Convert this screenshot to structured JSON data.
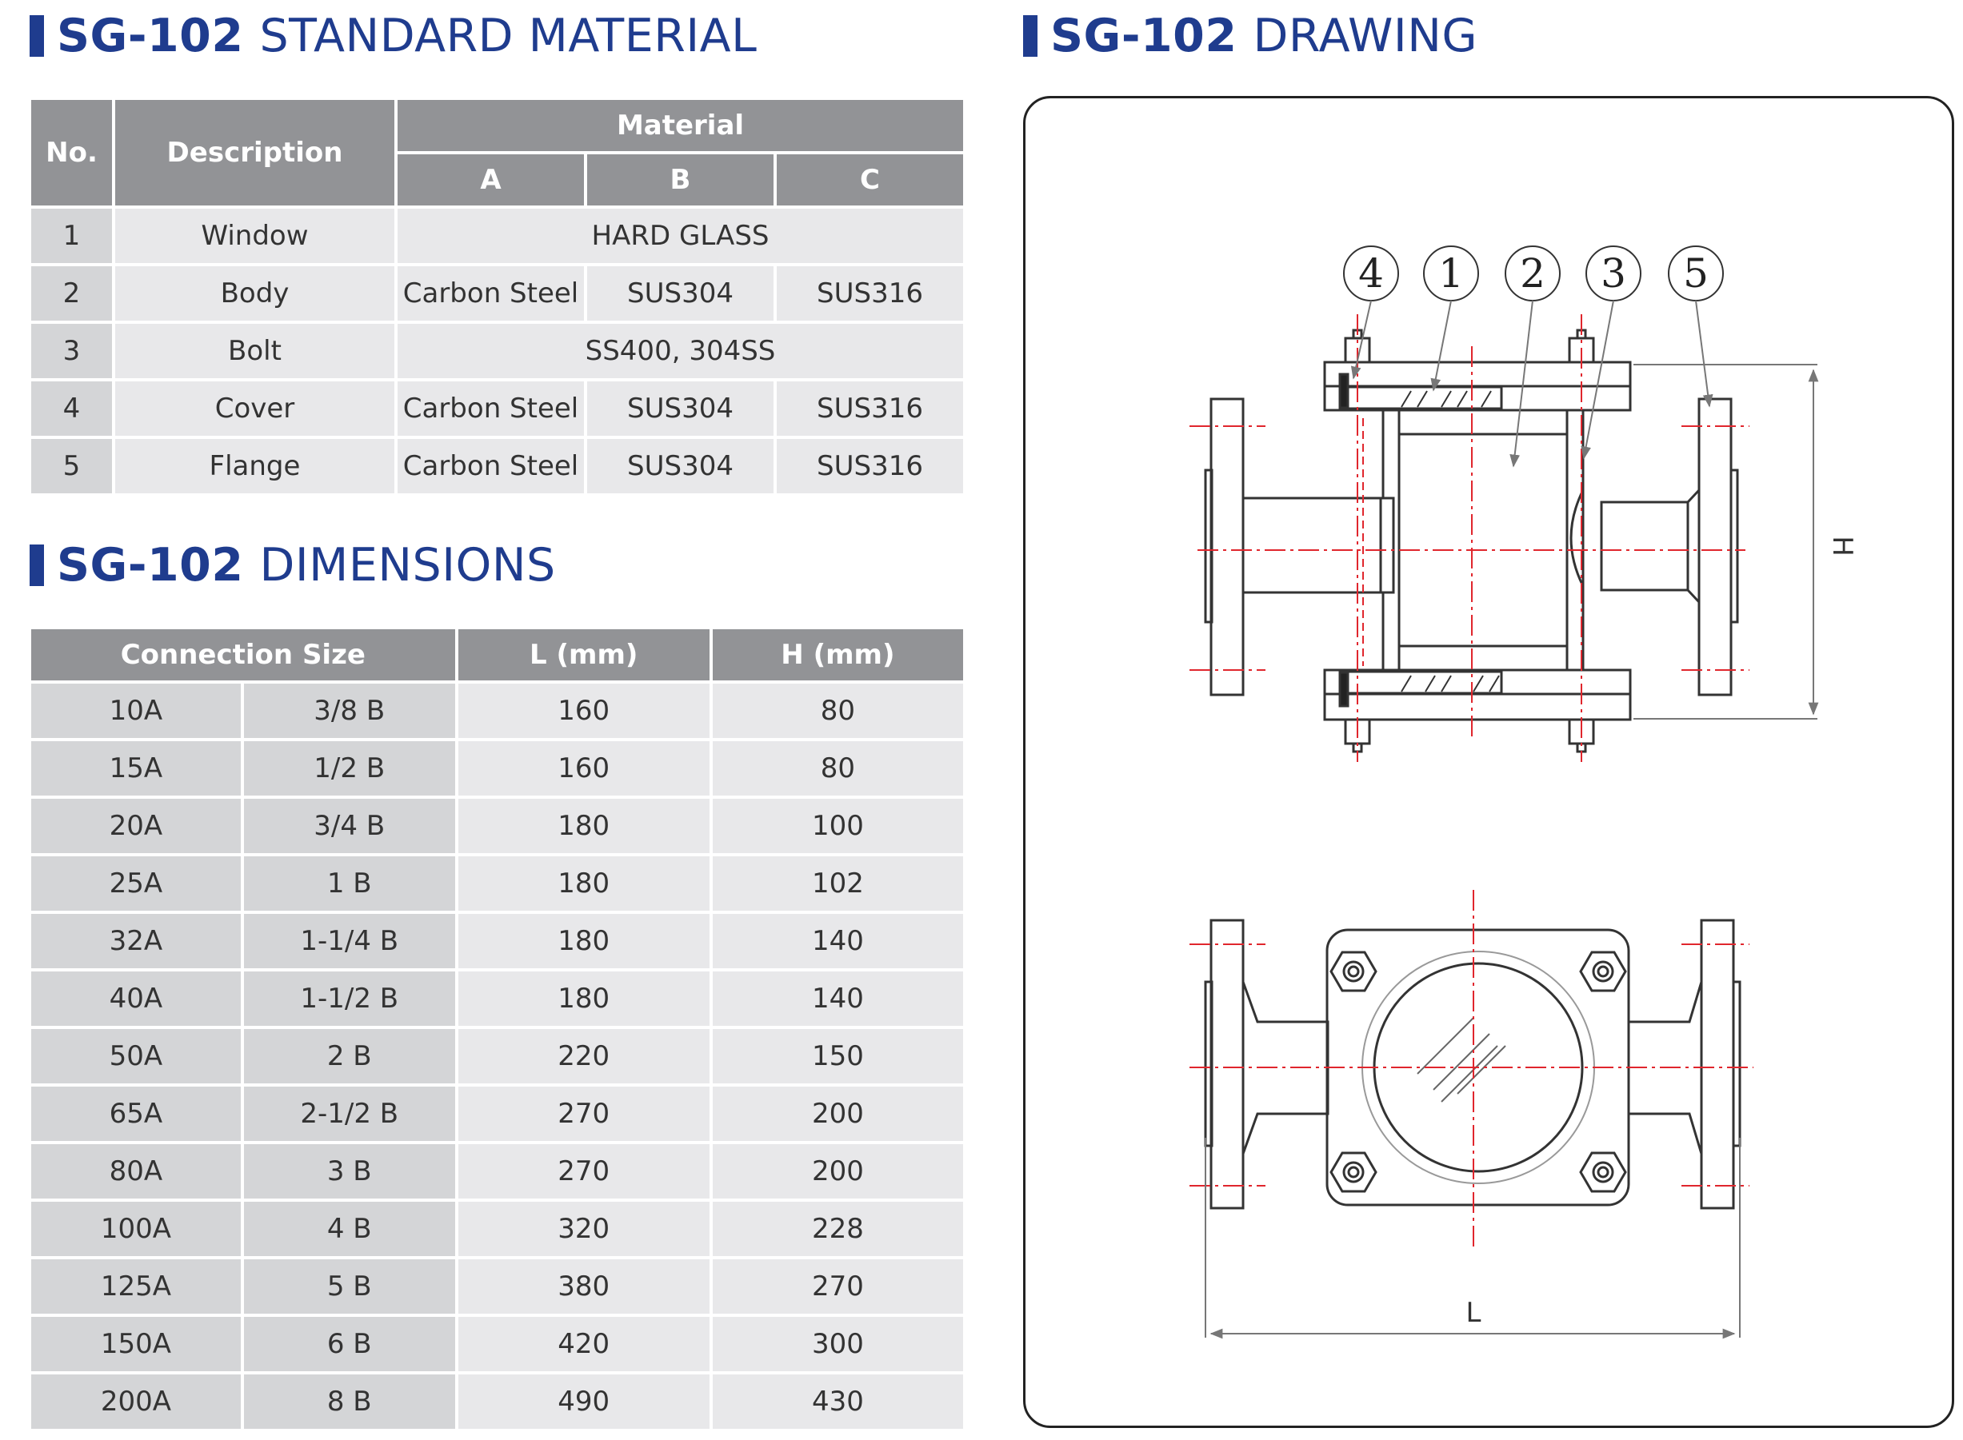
{
  "material_heading": {
    "model": "SG-102",
    "title": "STANDARD MATERIAL"
  },
  "drawing_heading": {
    "model": "SG-102",
    "title": "DRAWING"
  },
  "dimensions_heading": {
    "model": "SG-102",
    "title": "DIMENSIONS"
  },
  "material_table": {
    "headers": {
      "no": "No.",
      "description": "Description",
      "material": "Material",
      "a": "A",
      "b": "B",
      "c": "C"
    },
    "rows": [
      {
        "no": "1",
        "description": "Window",
        "span": "HARD GLASS"
      },
      {
        "no": "2",
        "description": "Body",
        "a": "Carbon Steel",
        "b": "SUS304",
        "c": "SUS316"
      },
      {
        "no": "3",
        "description": "Bolt",
        "span": "SS400, 304SS"
      },
      {
        "no": "4",
        "description": "Cover",
        "a": "Carbon Steel",
        "b": "SUS304",
        "c": "SUS316"
      },
      {
        "no": "5",
        "description": "Flange",
        "a": "Carbon Steel",
        "b": "SUS304",
        "c": "SUS316"
      }
    ]
  },
  "dimensions_table": {
    "headers": {
      "connection_size": "Connection Size",
      "l": "L (mm)",
      "h": "H (mm)"
    },
    "rows": [
      {
        "a": "10A",
        "b": "3/8 B",
        "l": "160",
        "h": "80"
      },
      {
        "a": "15A",
        "b": "1/2 B",
        "l": "160",
        "h": "80"
      },
      {
        "a": "20A",
        "b": "3/4 B",
        "l": "180",
        "h": "100"
      },
      {
        "a": "25A",
        "b": "1 B",
        "l": "180",
        "h": "102"
      },
      {
        "a": "32A",
        "b": "1-1/4 B",
        "l": "180",
        "h": "140"
      },
      {
        "a": "40A",
        "b": "1-1/2 B",
        "l": "180",
        "h": "140"
      },
      {
        "a": "50A",
        "b": "2 B",
        "l": "220",
        "h": "150"
      },
      {
        "a": "65A",
        "b": "2-1/2 B",
        "l": "270",
        "h": "200"
      },
      {
        "a": "80A",
        "b": "3 B",
        "l": "270",
        "h": "200"
      },
      {
        "a": "100A",
        "b": "4 B",
        "l": "320",
        "h": "228"
      },
      {
        "a": "125A",
        "b": "5 B",
        "l": "380",
        "h": "270"
      },
      {
        "a": "150A",
        "b": "6 B",
        "l": "420",
        "h": "300"
      },
      {
        "a": "200A",
        "b": "8 B",
        "l": "490",
        "h": "430"
      }
    ]
  },
  "drawing": {
    "callouts": [
      "4",
      "1",
      "2",
      "3",
      "5"
    ],
    "dim_h": "H",
    "dim_l": "L",
    "colors": {
      "outline": "#333333",
      "centerline": "#e0262d",
      "leader": "#777777"
    }
  }
}
